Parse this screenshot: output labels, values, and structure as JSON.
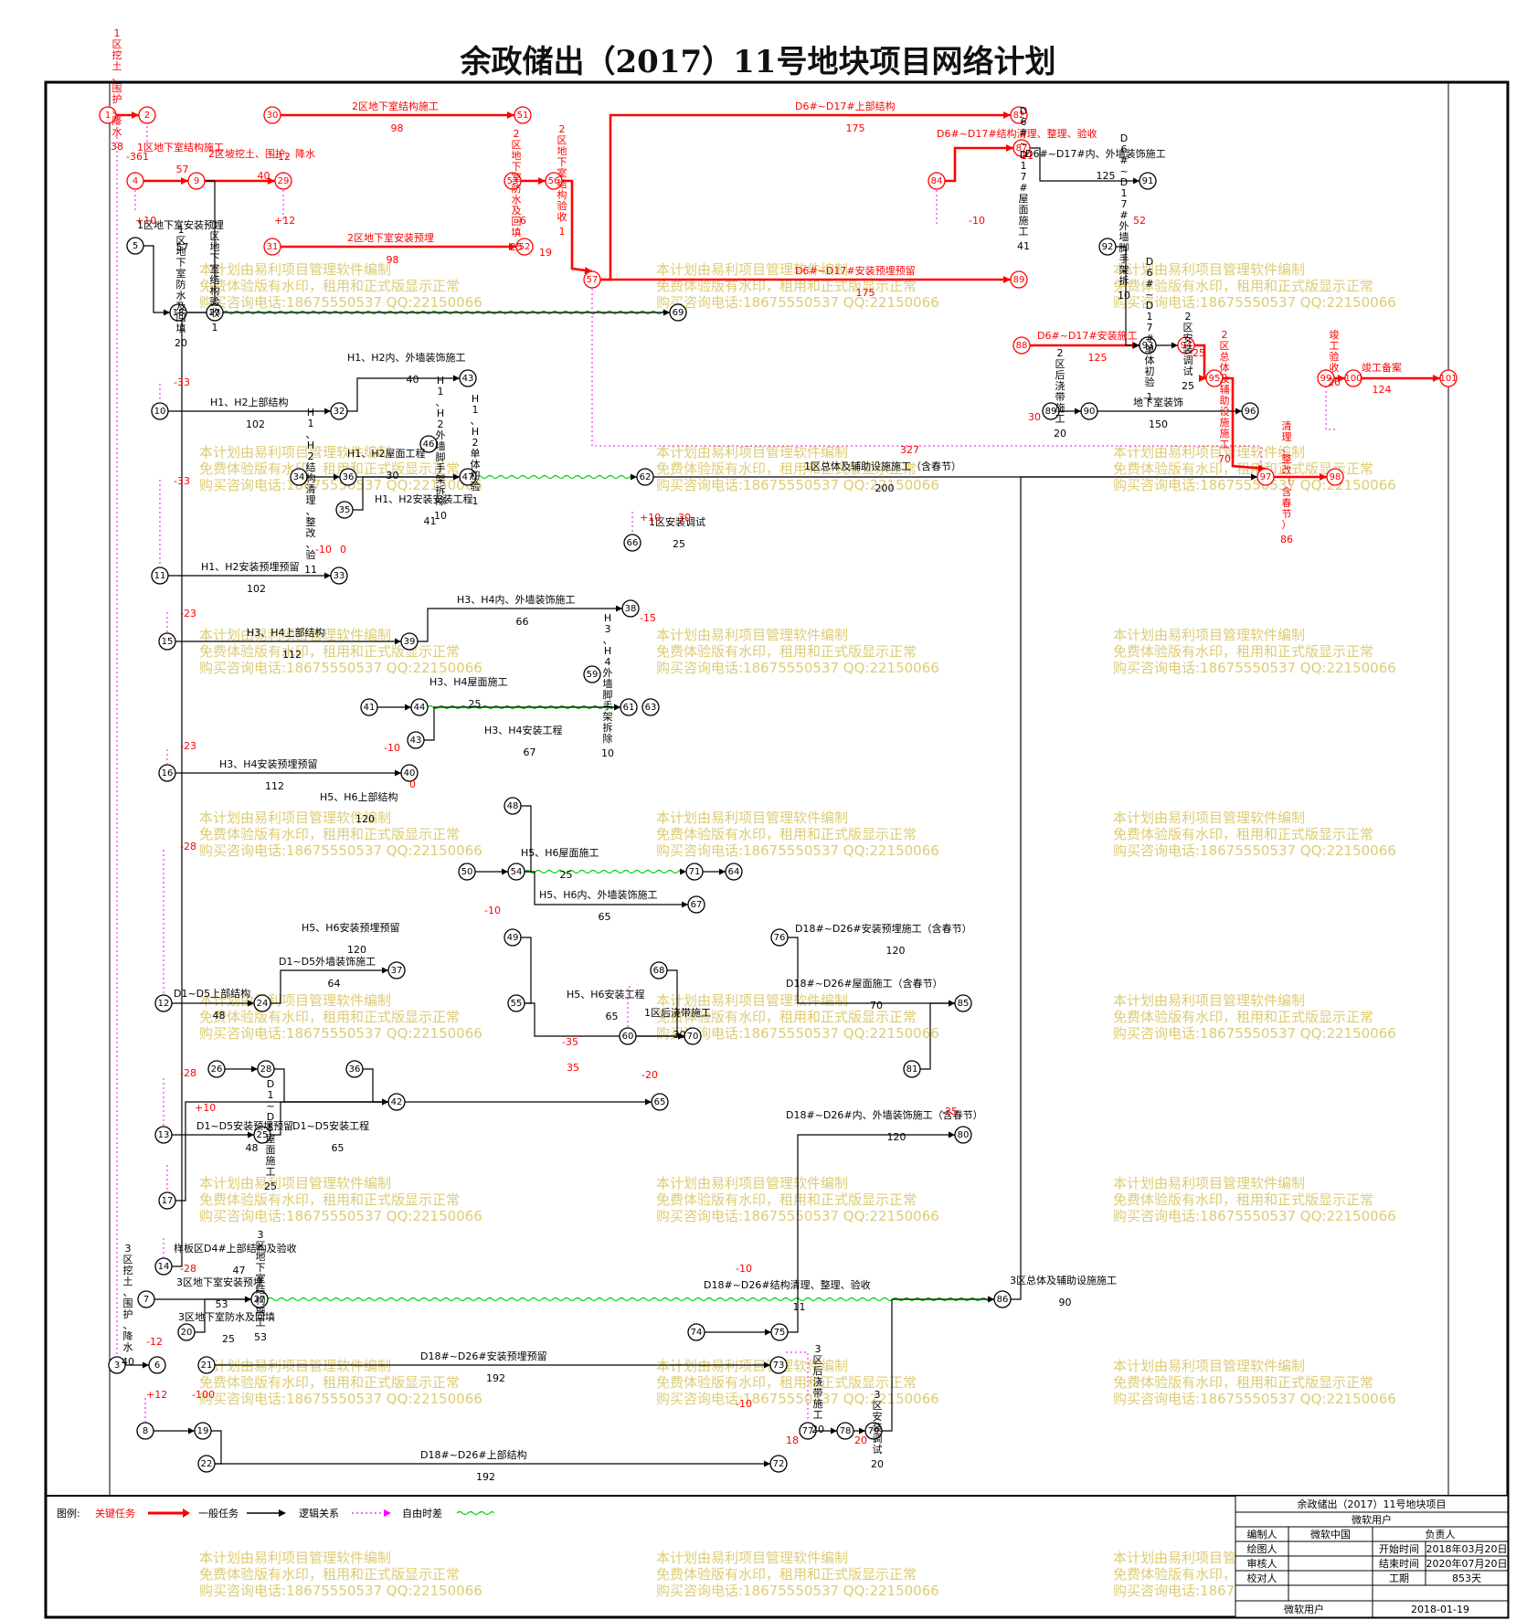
{
  "title": "余政储出（2017）11号地块项目网络计划",
  "colors": {
    "critical": "#ff0000",
    "normal": "#000000",
    "free_float": "#ff00ff",
    "wavy": "#00cc00",
    "watermark": "#d9c766"
  },
  "nodes": [
    {
      "id": "1",
      "critical": true
    },
    {
      "id": "2",
      "critical": true
    },
    {
      "id": "4",
      "critical": true
    },
    {
      "id": "9",
      "critical": true
    },
    {
      "id": "5"
    },
    {
      "id": "18"
    },
    {
      "id": "23"
    },
    {
      "id": "29",
      "critical": true
    },
    {
      "id": "30",
      "critical": true
    },
    {
      "id": "31",
      "critical": true
    },
    {
      "id": "51",
      "critical": true
    },
    {
      "id": "52",
      "critical": true
    },
    {
      "id": "53",
      "critical": true
    },
    {
      "id": "56",
      "critical": true
    },
    {
      "id": "57",
      "critical": true
    },
    {
      "id": "69"
    },
    {
      "id": "82",
      "critical": true
    },
    {
      "id": "84",
      "critical": true
    },
    {
      "id": "87",
      "critical": true
    },
    {
      "id": "91"
    },
    {
      "id": "92"
    },
    {
      "id": "89",
      "critical": true
    },
    {
      "id": "88",
      "critical": true
    },
    {
      "id": "93"
    },
    {
      "id": "94",
      "critical": true
    },
    {
      "id": "95",
      "critical": true
    },
    {
      "id": "89b"
    },
    {
      "id": "90"
    },
    {
      "id": "96"
    },
    {
      "id": "97",
      "critical": true
    },
    {
      "id": "98",
      "critical": true
    },
    {
      "id": "99",
      "critical": true
    },
    {
      "id": "100",
      "critical": true
    },
    {
      "id": "101",
      "critical": true
    },
    {
      "id": "10"
    },
    {
      "id": "32"
    },
    {
      "id": "43"
    },
    {
      "id": "46"
    },
    {
      "id": "34"
    },
    {
      "id": "36"
    },
    {
      "id": "47"
    },
    {
      "id": "35"
    },
    {
      "id": "62"
    },
    {
      "id": "11"
    },
    {
      "id": "33"
    },
    {
      "id": "66"
    },
    {
      "id": "15"
    },
    {
      "id": "39"
    },
    {
      "id": "38"
    },
    {
      "id": "59"
    },
    {
      "id": "41"
    },
    {
      "id": "44"
    },
    {
      "id": "61"
    },
    {
      "id": "63"
    },
    {
      "id": "43b"
    },
    {
      "id": "16"
    },
    {
      "id": "40"
    },
    {
      "id": "48"
    },
    {
      "id": "50"
    },
    {
      "id": "54"
    },
    {
      "id": "71"
    },
    {
      "id": "64"
    },
    {
      "id": "67"
    },
    {
      "id": "49"
    },
    {
      "id": "68"
    },
    {
      "id": "55"
    },
    {
      "id": "60"
    },
    {
      "id": "70"
    },
    {
      "id": "65"
    },
    {
      "id": "12"
    },
    {
      "id": "24"
    },
    {
      "id": "37"
    },
    {
      "id": "26"
    },
    {
      "id": "28"
    },
    {
      "id": "36b"
    },
    {
      "id": "42"
    },
    {
      "id": "13"
    },
    {
      "id": "25"
    },
    {
      "id": "17"
    },
    {
      "id": "14"
    },
    {
      "id": "7"
    },
    {
      "id": "27"
    },
    {
      "id": "20"
    },
    {
      "id": "3"
    },
    {
      "id": "6"
    },
    {
      "id": "21"
    },
    {
      "id": "8"
    },
    {
      "id": "19"
    },
    {
      "id": "22"
    },
    {
      "id": "76"
    },
    {
      "id": "85"
    },
    {
      "id": "81"
    },
    {
      "id": "80"
    },
    {
      "id": "74"
    },
    {
      "id": "75"
    },
    {
      "id": "73"
    },
    {
      "id": "72"
    },
    {
      "id": "77"
    },
    {
      "id": "78"
    },
    {
      "id": "79"
    },
    {
      "id": "86"
    }
  ],
  "tasks": [
    {
      "name": "1区挖土、围护、降水",
      "duration": "38",
      "critical": true
    },
    {
      "name": "1区地下室结构施工",
      "duration": "57",
      "critical": true
    },
    {
      "name": "2区坡挖土、围护、降水",
      "duration": "40",
      "critical": true
    },
    {
      "name": "1区地下室安装预埋",
      "duration": "57"
    },
    {
      "name": "2区地下室结构施工",
      "duration": "98",
      "critical": true
    },
    {
      "name": "2区地下室安装预埋",
      "duration": "98",
      "critical": true
    },
    {
      "name": "2区地下室防水及回填",
      "duration": "25",
      "critical": true
    },
    {
      "name": "2区地下室结构验收",
      "duration": "1",
      "critical": true
    },
    {
      "name": "1区地下室结构验收",
      "duration": "1"
    },
    {
      "name": "1区地下室防水及回填",
      "duration": "20"
    },
    {
      "name": "D6#~D17#上部结构",
      "duration": "175",
      "critical": true
    },
    {
      "name": "D6#~D17#安装预埋预留",
      "duration": "175",
      "critical": true
    },
    {
      "name": "D6#~D17#结构清理、整理、验收",
      "duration": "11",
      "critical": true
    },
    {
      "name": "D6#~D17#屋面施工",
      "duration": "41"
    },
    {
      "name": "D6#~D17#内、外墙装饰施工",
      "duration": "125"
    },
    {
      "name": "D6#~D17#外墙脚手架拆除",
      "duration": "10"
    },
    {
      "name": "D6#~D17#安装施工",
      "duration": "125",
      "critical": true
    },
    {
      "name": "D6#~D17#单体初验",
      "duration": "1"
    },
    {
      "name": "2区安装调试",
      "duration": "25"
    },
    {
      "name": "2区总体及辅助设施施工",
      "duration": "70",
      "critical": true
    },
    {
      "name": "2区后浇带施工",
      "duration": "20"
    },
    {
      "name": "地下室装饰",
      "duration": "150"
    },
    {
      "name": "清理、整改（含春节）",
      "duration": "86",
      "critical": true
    },
    {
      "name": "竣工验收",
      "duration": "26",
      "critical": true
    },
    {
      "name": "竣工备案",
      "duration": "124",
      "critical": true
    },
    {
      "name": "H1、H2上部结构",
      "duration": "102"
    },
    {
      "name": "H1、H2内、外墙装饰施工",
      "duration": "40"
    },
    {
      "name": "H1、H2外墙脚手架拆除",
      "duration": "10"
    },
    {
      "name": "H1、H2屋面工程",
      "duration": "30"
    },
    {
      "name": "H1、H2安装安装工程",
      "duration": "41"
    },
    {
      "name": "H1、H2结构清理、整改、验收",
      "duration": "11"
    },
    {
      "name": "H1、H2单体初验",
      "duration": "1"
    },
    {
      "name": "1区总体及辅助设施施工（含春节）",
      "duration": "200"
    },
    {
      "name": "H1、H2安装预埋预留",
      "duration": "102"
    },
    {
      "name": "1区安装调试",
      "duration": "25"
    },
    {
      "name": "H3、H4上部结构",
      "duration": "112"
    },
    {
      "name": "H3、H4内、外墙装饰施工",
      "duration": "66"
    },
    {
      "name": "H3、H4外墙脚手架拆除",
      "duration": "10"
    },
    {
      "name": "H3、H4屋面施工",
      "duration": "25"
    },
    {
      "name": "H3、H4安装工程",
      "duration": "67"
    },
    {
      "name": "H3、H4安装预埋预留",
      "duration": "112"
    },
    {
      "name": "H5、H6上部结构",
      "duration": "120"
    },
    {
      "name": "H5、H6屋面施工",
      "duration": "25"
    },
    {
      "name": "H5、H6内、外墙装饰施工",
      "duration": "65"
    },
    {
      "name": "H5、H6安装预埋预留",
      "duration": "120"
    },
    {
      "name": "H5、H6安装工程",
      "duration": "65"
    },
    {
      "name": "1区后浇带施工",
      "duration": "30"
    },
    {
      "name": "D1~D5外墙装饰施工",
      "duration": "64"
    },
    {
      "name": "D1~D5上部结构",
      "duration": "48"
    },
    {
      "name": "D1~D5屋面施工",
      "duration": "25"
    },
    {
      "name": "D1~D5安装工程",
      "duration": "65"
    },
    {
      "name": "D1~D5安装预埋预留",
      "duration": "48"
    },
    {
      "name": "样板区D4#上部结构及验收",
      "duration": "47"
    },
    {
      "name": "3区地下室安装预埋",
      "duration": "53"
    },
    {
      "name": "3区地下室防水及回填",
      "duration": "25"
    },
    {
      "name": "3区挖土、围护、降水",
      "duration": "40"
    },
    {
      "name": "3区地下室结构施工",
      "duration": "53"
    },
    {
      "name": "D18#~D26#安装预埋预留",
      "duration": "192"
    },
    {
      "name": "D18#~D26#上部结构",
      "duration": "192"
    },
    {
      "name": "D18#~D26#安装预埋施工（含春节）",
      "duration": "120"
    },
    {
      "name": "D18#~D26#屋面施工（含春节）",
      "duration": "70"
    },
    {
      "name": "D18#~D26#内、外墙装饰施工（含春节）",
      "duration": "120"
    },
    {
      "name": "D18#~D26#结构清理、整理、验收",
      "duration": "11"
    },
    {
      "name": "3区后浇带施工",
      "duration": "20"
    },
    {
      "name": "3区安装调试",
      "duration": "20"
    },
    {
      "name": "3区总体及辅助设施施工",
      "duration": "90"
    }
  ],
  "float_labels": [
    "-361",
    "+10",
    "-12",
    "+12",
    "-6",
    "19",
    "-10",
    "52",
    "25",
    "30",
    "327",
    "-33",
    "-33",
    "-10",
    "0",
    "+10",
    "30",
    "-23",
    "-23",
    "-10",
    "0",
    "-15",
    "-28",
    "-10",
    "-28",
    "+10",
    "-28",
    "-35",
    "35",
    "-20",
    "-10",
    "-12",
    "+12",
    "-100",
    "-10",
    "18",
    "20",
    "-25"
  ],
  "watermark": {
    "line1": "本计划由易利项目管理软件编制",
    "line2": "免费体验版有水印，租用和正式版显示正常",
    "line3": "购买咨询电话:18675550537 QQ:22150066"
  },
  "legend": {
    "label": "图例:",
    "critical": "关键任务",
    "normal": "一般任务",
    "logic": "逻辑关系",
    "free_float": "自由时差"
  },
  "title_block": {
    "project": "余政储出（2017）11号地块项目",
    "org": "微软用户",
    "editor_label": "编制人",
    "editor": "微软中国",
    "manager_label": "负责人",
    "drawer_label": "绘图人",
    "checker_label": "审核人",
    "proofer_label": "校对人",
    "start_label": "开始时间",
    "start": "2018年03月20日",
    "end_label": "结束时间",
    "end": "2020年07月20日",
    "duration_label": "工期",
    "duration": "853天",
    "footer_user": "微软用户",
    "footer_date": "2018-01-19"
  }
}
